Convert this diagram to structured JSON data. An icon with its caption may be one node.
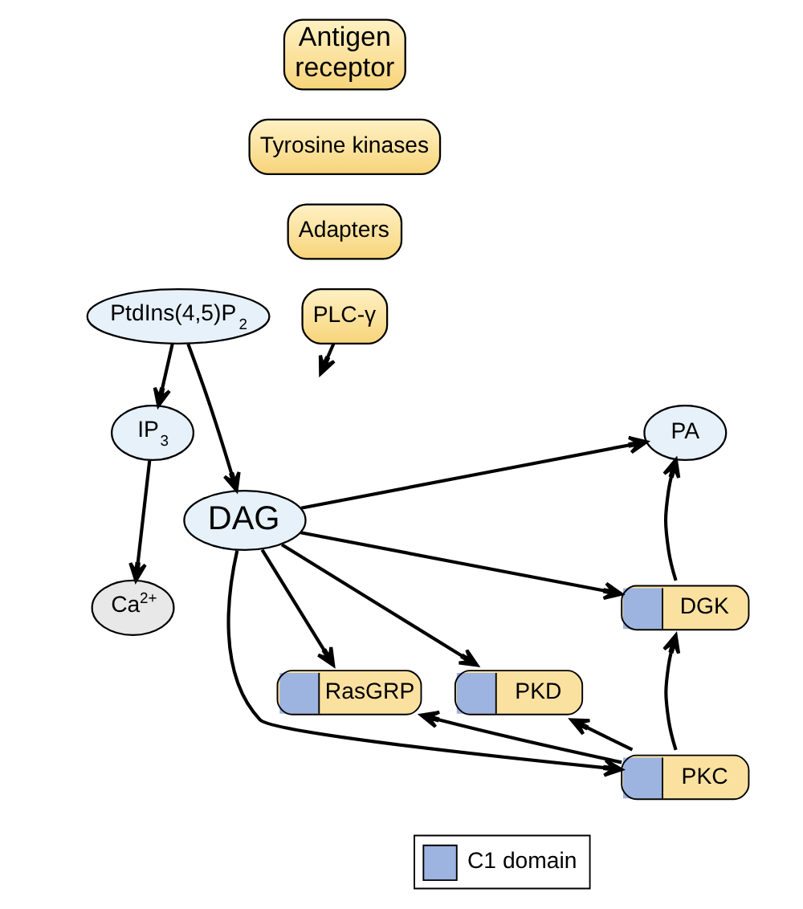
{
  "diagram": {
    "nodes": [
      {
        "text": [
          "Antigen receptor"
        ]
      },
      {
        "text": [
          "Tyrosine kinases"
        ]
      },
      {
        "text": [
          "Adapters"
        ]
      },
      {
        "text": [
          "PLC-γ"
        ]
      },
      {
        "text": [
          "PtdIns(4,5)P$_{2}$"
        ]
      },
      {
        "text": [
          "IP$_{3}$"
        ]
      },
      {
        "text": [
          "PA"
        ]
      },
      {
        "text": [
          "DAG"
        ]
      },
      {
        "text": [
          "Ca$^{2+}$"
        ]
      },
      {
        "text": [
          "DGK"
        ]
      },
      {
        "text": [
          "RasGRP"
        ]
      },
      {
        "text": [
          "PKD"
        ]
      },
      {
        "text": [
          "PKC"
        ]
      }
    ],
    "edges": [
      {
        "from": 3,
        "to": null,
        "arrow": "to"
      },
      {
        "from": 4,
        "to": 5,
        "arrow": "to"
      },
      {
        "from": 4,
        "to": 7,
        "arrow": "to"
      },
      {
        "from": 5,
        "to": 8,
        "arrow": "to"
      },
      {
        "from": 7,
        "to": 6,
        "arrow": "to"
      },
      {
        "from": 7,
        "to": 10,
        "arrow": "to"
      },
      {
        "from": 7,
        "to": 11,
        "arrow": "to"
      },
      {
        "from": 7,
        "to": 12,
        "arrow": "to"
      },
      {
        "from": 7,
        "to": 9,
        "arrow": "to"
      },
      {
        "from": 9,
        "to": 6,
        "arrow": "to"
      },
      {
        "from": 12,
        "to": 10,
        "arrow": "to"
      },
      {
        "from": 12,
        "to": 11,
        "arrow": "to"
      },
      {
        "from": 12,
        "to": 9,
        "arrow": "to"
      }
    ],
    "legend": [
      {
        "text": "C1 domain",
        "color": "#9db3e0"
      }
    ]
  }
}
